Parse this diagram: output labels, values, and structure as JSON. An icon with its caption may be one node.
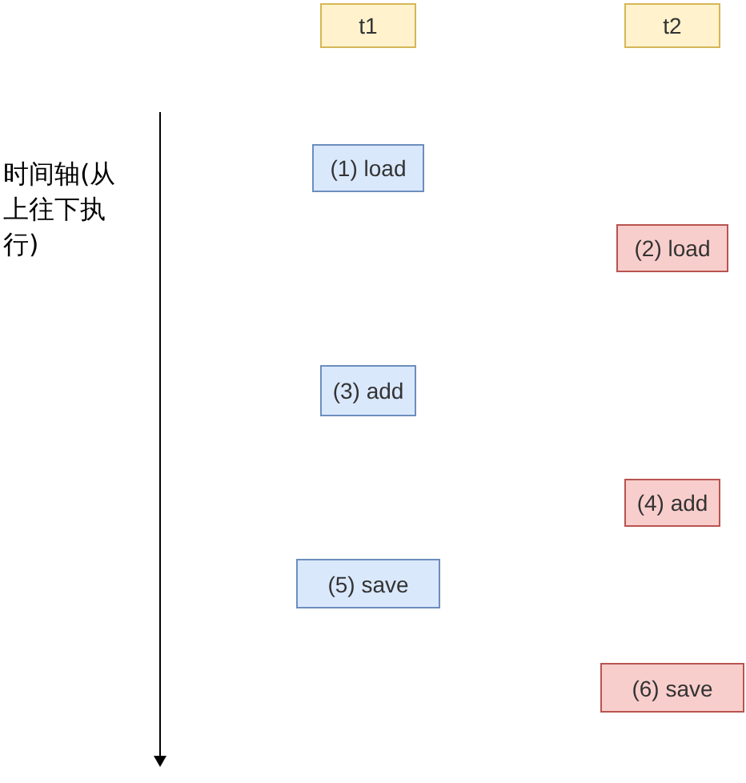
{
  "diagram": {
    "nodes": [
      {
        "text": [
          "t1"
        ]
      },
      {
        "text": [
          "t2"
        ]
      },
      {
        "text": [
          "(1) load"
        ]
      },
      {
        "text": [
          "(2) load"
        ]
      },
      {
        "text": [
          "(3) add"
        ]
      },
      {
        "text": [
          "(4) add"
        ]
      },
      {
        "text": [
          "(5) save"
        ]
      },
      {
        "text": [
          "(6) save"
        ]
      }
    ],
    "edges": [],
    "labels": [
      "时间轴(从上往下执行)"
    ]
  }
}
